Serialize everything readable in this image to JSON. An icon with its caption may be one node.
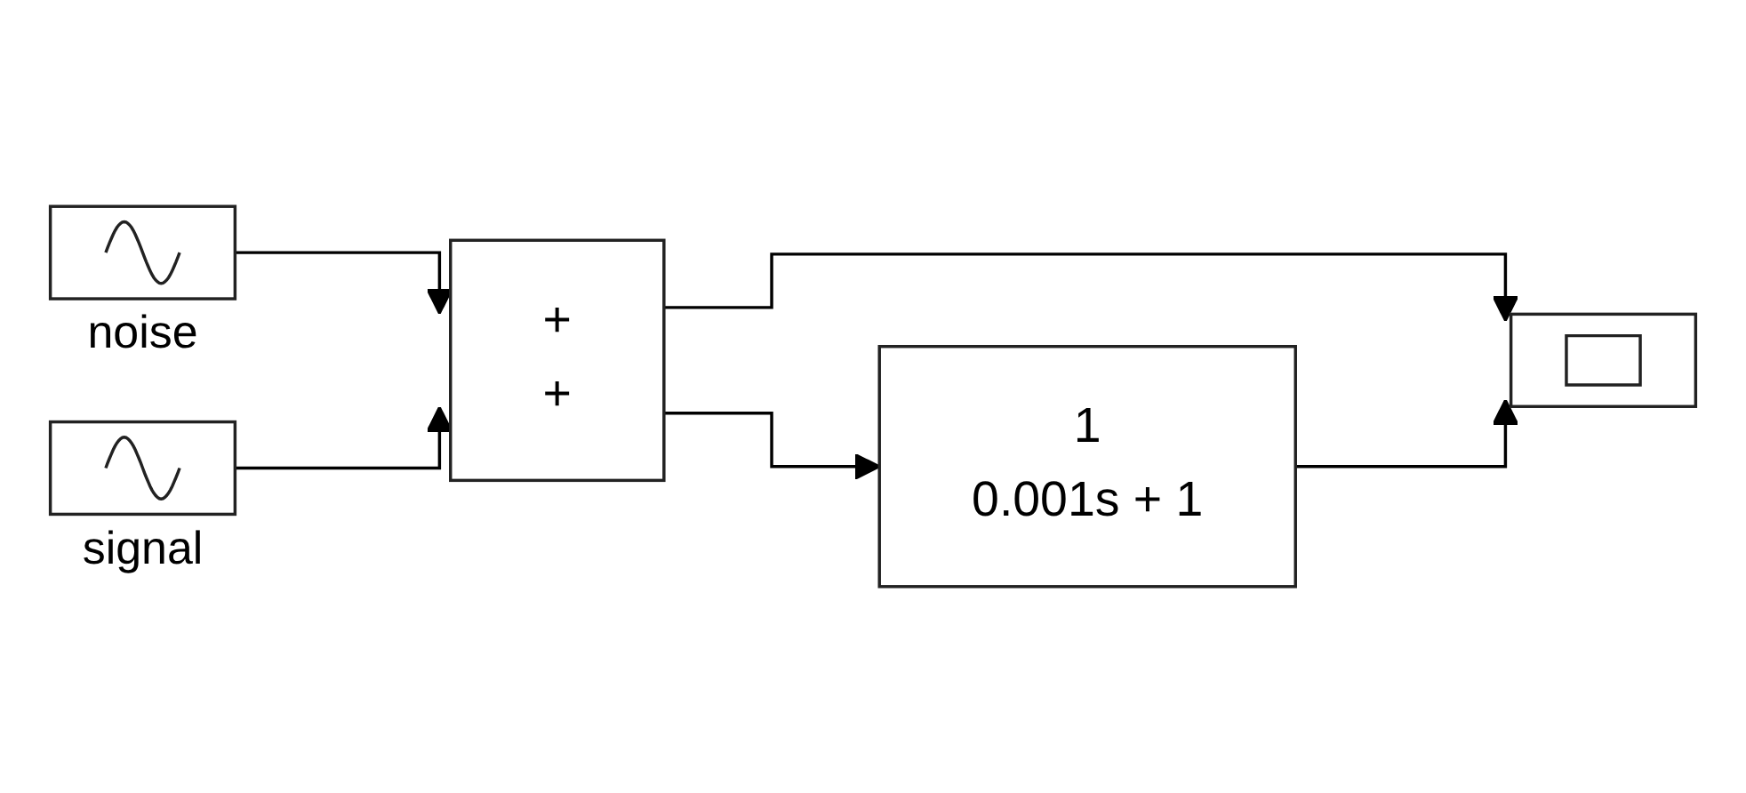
{
  "diagram": {
    "nodes": [
      {
        "text": [],
        "shape": "picture",
        "beside": [
          "noise"
        ]
      },
      {
        "text": [],
        "shape": "picture",
        "beside": [
          "signal"
        ]
      },
      {
        "text": [
          "+",
          "+"
        ]
      },
      {
        "text": [
          "1",
          "0.001s + 1"
        ]
      },
      {
        "text": [],
        "shape": "picture"
      }
    ],
    "edges": [
      {
        "from": 0,
        "to": 2,
        "arrow": "to"
      },
      {
        "from": 1,
        "to": 2,
        "arrow": "to"
      },
      {
        "from": 2,
        "to": 3,
        "arrow": "to"
      },
      {
        "from": 2,
        "to": 4,
        "arrow": "to"
      },
      {
        "from": 3,
        "to": 4,
        "arrow": "to"
      }
    ]
  }
}
